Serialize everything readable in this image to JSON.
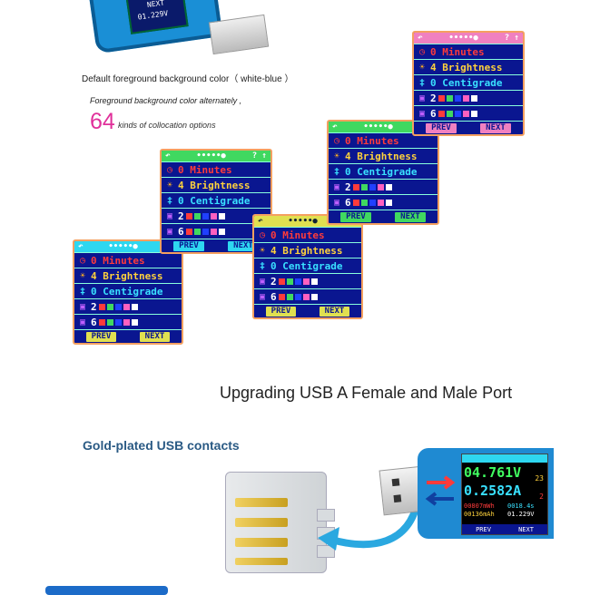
{
  "top_device": {
    "line1": "01.229V",
    "line2": "NEXT"
  },
  "captions": {
    "default_colors": "Default foreground background color（ white-blue ）",
    "alternately": "Foreground background color alternately ,",
    "count": "64",
    "count_suffix": "kinds of collocation options"
  },
  "menu": {
    "rows": [
      {
        "icon": "timer-icon",
        "value": "0 Minutes"
      },
      {
        "icon": "sun-icon",
        "value": "4 Brightness"
      },
      {
        "icon": "thermometer-icon",
        "value": "0 Centigrade"
      },
      {
        "icon": "layers-icon",
        "value": "2"
      },
      {
        "icon": "layers-icon",
        "value": "6"
      }
    ],
    "prev": "PREV",
    "next": "NEXT",
    "header_symbols": "? ↑"
  },
  "usb": {
    "heading": "Upgrading USB A Female and Male Port",
    "gold_label": "Gold-plated USB contacts",
    "readout": {
      "voltage": "04.761V",
      "current": "0.2582A",
      "energy": "00807mWh",
      "capacity": "00136mAh",
      "data_v": "01.229V",
      "side_top": "23",
      "side_mid": "2",
      "extra": "0018.4s",
      "prev": "PREV",
      "next": "NEXT"
    }
  },
  "colors": {
    "panel_bg": "#0a1690",
    "accent_red": "#ff3b3b",
    "accent_yellow": "#ffd23c",
    "accent_cyan": "#39e0ff",
    "accent_pink": "#e0309a"
  }
}
